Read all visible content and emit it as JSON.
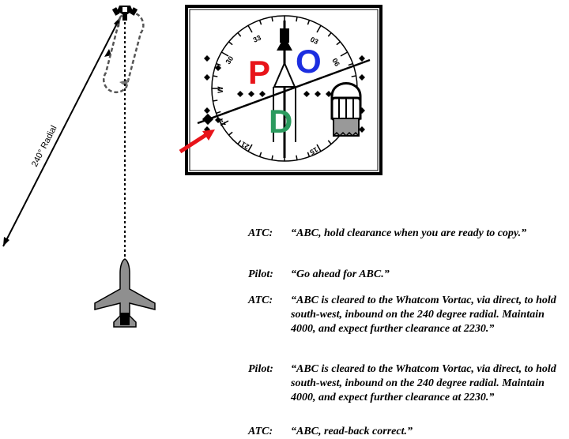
{
  "radial_label": "240° Radial",
  "dial": {
    "numbers": [
      "33",
      "03",
      "30",
      "06",
      "W",
      "24",
      "21",
      "15"
    ],
    "regions": [
      "P",
      "O",
      "D"
    ],
    "colors": {
      "P": "#e8141a",
      "O": "#1c2ee0",
      "D": "#2b9a5e",
      "arrow": "#e8141a"
    }
  },
  "dialogue": [
    {
      "speaker": "ATC:",
      "text": "“ABC, hold clearance when you are ready to copy.”"
    },
    {
      "speaker": "Pilot:",
      "text": "“Go ahead for ABC.”"
    },
    {
      "speaker": "ATC:",
      "text": "“ABC is cleared to the Whatcom Vortac, via direct, to hold south-west, inbound on the 240 degree radial.  Maintain 4000, and expect further clearance at 2230.”"
    },
    {
      "speaker": "Pilot:",
      "text": "“ABC is cleared to the Whatcom Vortac, via direct, to hold south-west, inbound on the 240 degree radial.  Maintain 4000, and expect further clearance at 2230.”"
    },
    {
      "speaker": "ATC:",
      "text": "“ABC, read-back correct.”"
    }
  ]
}
